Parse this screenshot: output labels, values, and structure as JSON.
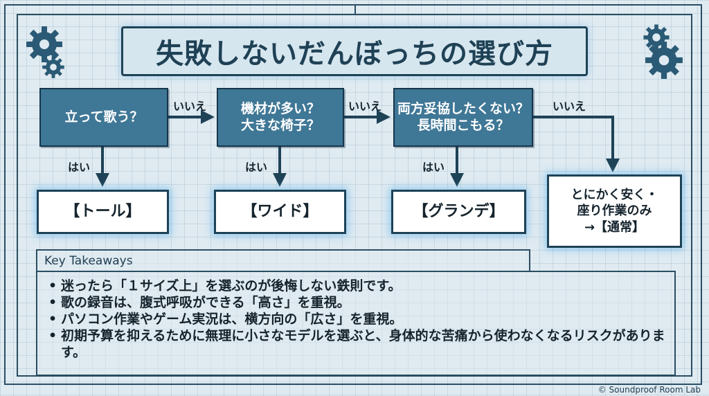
{
  "title": "失敗しないだんぼっちの選び方",
  "decisions": [
    {
      "lines": [
        "立って歌う？"
      ]
    },
    {
      "lines": [
        "機材が多い？",
        "大きな椅子？"
      ]
    },
    {
      "lines": [
        "両方妥協したくない？",
        "長時間こもる？"
      ]
    }
  ],
  "results": [
    {
      "lines": [
        "【トール】"
      ]
    },
    {
      "lines": [
        "【ワイド】"
      ]
    },
    {
      "lines": [
        "【グランデ】"
      ]
    },
    {
      "lines": [
        "とにかく安く・",
        "座り作業のみ",
        "→【通常】"
      ]
    }
  ],
  "edges": {
    "yes_label": "はい",
    "no_label": "いいえ"
  },
  "takeaways": {
    "header": "Key Takeaways",
    "items": [
      "迷ったら「１サイズ上」を選ぶのが後悔しない鉄則です。",
      "歌の録音は、腹式呼吸ができる「高さ」を重視。",
      "パソコン作業やゲーム実況は、横方向の「広さ」を重視。",
      "初期予算を抑えるために無理に小さなモデルを選ぶと、身体的な苦痛から使わなくなるリスクがあります。"
    ]
  },
  "copyright": "© Soundproof Room Lab",
  "colors": {
    "decision_fill": "#3f7796",
    "outline": "#1e4256",
    "background": "#dfeaf1",
    "glow": "#5ab4f0"
  },
  "icons": [
    "gear-icon"
  ]
}
